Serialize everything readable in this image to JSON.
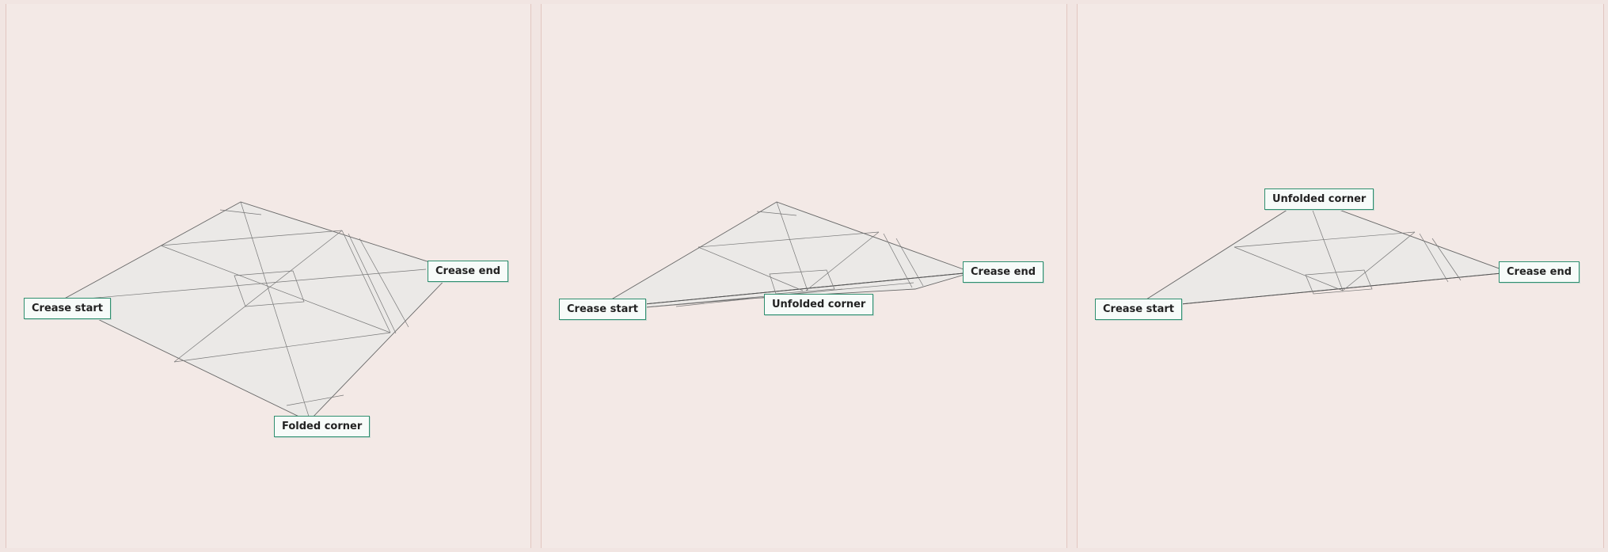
{
  "panels": [
    {
      "labels": {
        "crease_start": "Crease start",
        "crease_end": "Crease end",
        "folded_corner": "Folded corner"
      }
    },
    {
      "labels": {
        "crease_start": "Crease start",
        "crease_end": "Crease end",
        "unfolded_corner": "Unfolded corner"
      }
    },
    {
      "labels": {
        "crease_start": "Crease start",
        "crease_end": "Crease end",
        "unfolded_corner": "Unfolded corner"
      }
    }
  ]
}
